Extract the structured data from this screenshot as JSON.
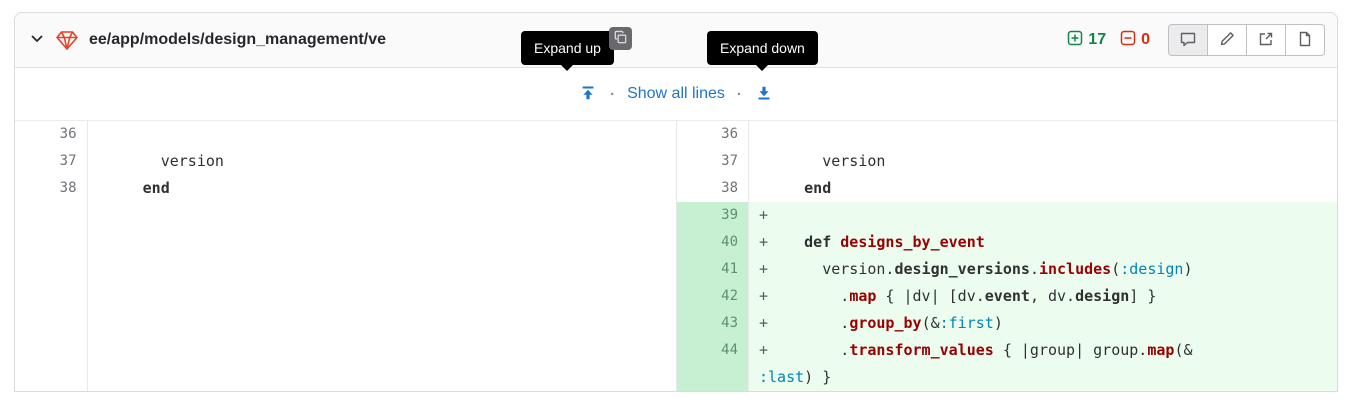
{
  "header": {
    "file_path": "ee/app/models/design_management/ve",
    "stats": {
      "added": "17",
      "removed": "0"
    }
  },
  "tooltips": {
    "expand_up": "Expand up",
    "expand_down": "Expand down"
  },
  "expand_bar": {
    "show_all_lines": "Show all lines",
    "separator": "·"
  },
  "colors": {
    "added_green": "#108548",
    "removed_red": "#dd2b0e",
    "link_blue": "#1f75cb",
    "added_line_bg": "#ecfdf0",
    "added_gutter_bg": "#c7f0d2",
    "tooltip_bg": "#000000",
    "ruby_icon_red": "#e24329"
  },
  "diff": {
    "left": [
      {
        "num": "36",
        "type": "context",
        "sign": " ",
        "segments": []
      },
      {
        "num": "37",
        "type": "context",
        "sign": " ",
        "segments": [
          [
            "p",
            "      version"
          ]
        ]
      },
      {
        "num": "38",
        "type": "context",
        "sign": " ",
        "segments": [
          [
            "p",
            "    "
          ],
          [
            "k",
            "end"
          ]
        ]
      },
      {
        "num": "",
        "type": "filler",
        "sign": "",
        "segments": []
      },
      {
        "num": "",
        "type": "filler",
        "sign": "",
        "segments": []
      },
      {
        "num": "",
        "type": "filler",
        "sign": "",
        "segments": []
      },
      {
        "num": "",
        "type": "filler",
        "sign": "",
        "segments": []
      },
      {
        "num": "",
        "type": "filler",
        "sign": "",
        "segments": []
      },
      {
        "num": "",
        "type": "filler",
        "sign": "",
        "segments": []
      },
      {
        "num": "",
        "type": "filler",
        "sign": "",
        "segments": []
      }
    ],
    "right": [
      {
        "num": "36",
        "type": "context",
        "sign": " ",
        "segments": []
      },
      {
        "num": "37",
        "type": "context",
        "sign": " ",
        "segments": [
          [
            "p",
            "      version"
          ]
        ]
      },
      {
        "num": "38",
        "type": "context",
        "sign": " ",
        "segments": [
          [
            "p",
            "    "
          ],
          [
            "k",
            "end"
          ]
        ]
      },
      {
        "num": "39",
        "type": "added",
        "sign": "+",
        "segments": []
      },
      {
        "num": "40",
        "type": "added",
        "sign": "+",
        "segments": [
          [
            "p",
            "    "
          ],
          [
            "k",
            "def"
          ],
          [
            "p",
            " "
          ],
          [
            "nf",
            "designs_by_event"
          ]
        ]
      },
      {
        "num": "41",
        "type": "added",
        "sign": "+",
        "segments": [
          [
            "p",
            "      version."
          ],
          [
            "b",
            "design_versions"
          ],
          [
            "p",
            "."
          ],
          [
            "m",
            "includes"
          ],
          [
            "p",
            "("
          ],
          [
            "sym",
            ":design"
          ],
          [
            "p",
            ")"
          ]
        ]
      },
      {
        "num": "42",
        "type": "added",
        "sign": "+",
        "segments": [
          [
            "p",
            "        ."
          ],
          [
            "m",
            "map"
          ],
          [
            "p",
            " { |dv| [dv."
          ],
          [
            "b",
            "event"
          ],
          [
            "p",
            ", dv."
          ],
          [
            "b",
            "design"
          ],
          [
            "p",
            "] }"
          ]
        ]
      },
      {
        "num": "43",
        "type": "added",
        "sign": "+",
        "segments": [
          [
            "p",
            "        ."
          ],
          [
            "m",
            "group_by"
          ],
          [
            "p",
            "(&"
          ],
          [
            "sym",
            ":first"
          ],
          [
            "p",
            ")"
          ]
        ]
      },
      {
        "num": "44",
        "type": "added",
        "sign": "+",
        "segments": [
          [
            "p",
            "        ."
          ],
          [
            "m",
            "transform_values"
          ],
          [
            "p",
            " { |group| group."
          ],
          [
            "m",
            "map"
          ],
          [
            "p",
            "(&\n"
          ],
          [
            "sym",
            ":last"
          ],
          [
            "p",
            ") }"
          ]
        ]
      }
    ]
  }
}
